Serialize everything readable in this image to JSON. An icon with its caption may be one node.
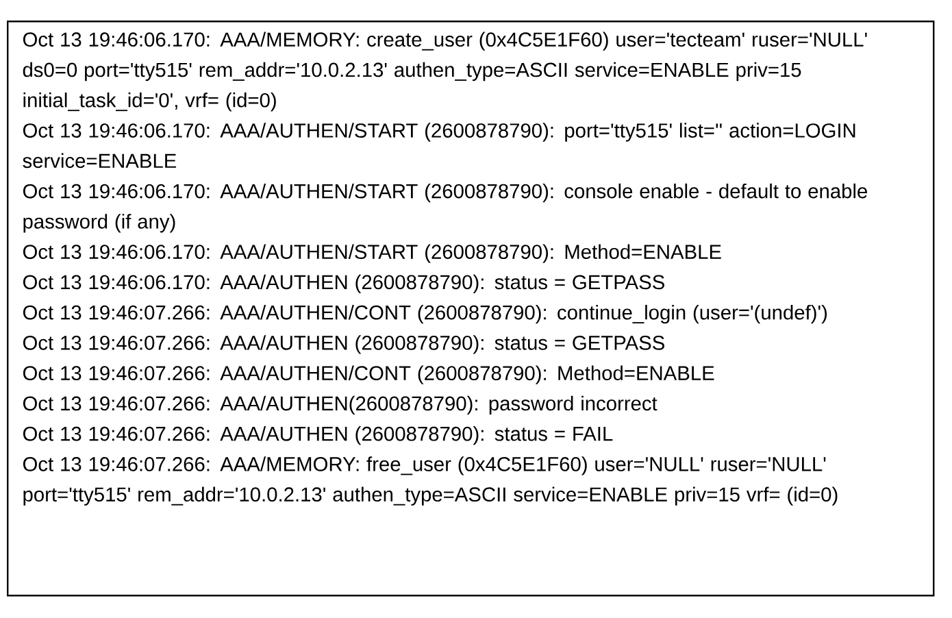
{
  "diagram": {
    "nodes": [
      {
        "text": [
          "Oct 13 19:46:06.170: AAA/MEMORY: create_user (0x4C5E1F60) user='tecteam' ruser='NULL' ds0=0 port='tty515' rem_addr='10.0.2.13' authen_type=ASCII service=ENABLE priv=15 initial_task_id='0', vrf= (id=0)",
          "Oct 13 19:46:06.170: AAA/AUTHEN/START (2600878790): port='tty515' list='' action=LOGIN service=ENABLE",
          "Oct 13 19:46:06.170: AAA/AUTHEN/START (2600878790): console enable - default to enable password (if any)",
          "Oct 13 19:46:06.170: AAA/AUTHEN/START (2600878790): Method=ENABLE",
          "Oct 13 19:46:06.170: AAA/AUTHEN (2600878790): status = GETPASS",
          "Oct 13 19:46:07.266: AAA/AUTHEN/CONT (2600878790): continue_login (user='(undef)')",
          "Oct 13 19:46:07.266: AAA/AUTHEN (2600878790): status = GETPASS",
          "Oct 13 19:46:07.266: AAA/AUTHEN/CONT (2600878790): Method=ENABLE",
          "Oct 13 19:46:07.266: AAA/AUTHEN(2600878790): password incorrect",
          "Oct 13 19:46:07.266: AAA/AUTHEN (2600878790): status = FAIL",
          "Oct 13 19:46:07.266: AAA/MEMORY: free_user (0x4C5E1F60) user='NULL' ruser='NULL' port='tty515' rem_addr='10.0.2.13' authen_type=ASCII service=ENABLE priv=15 vrf= (id=0)"
        ]
      }
    ]
  }
}
